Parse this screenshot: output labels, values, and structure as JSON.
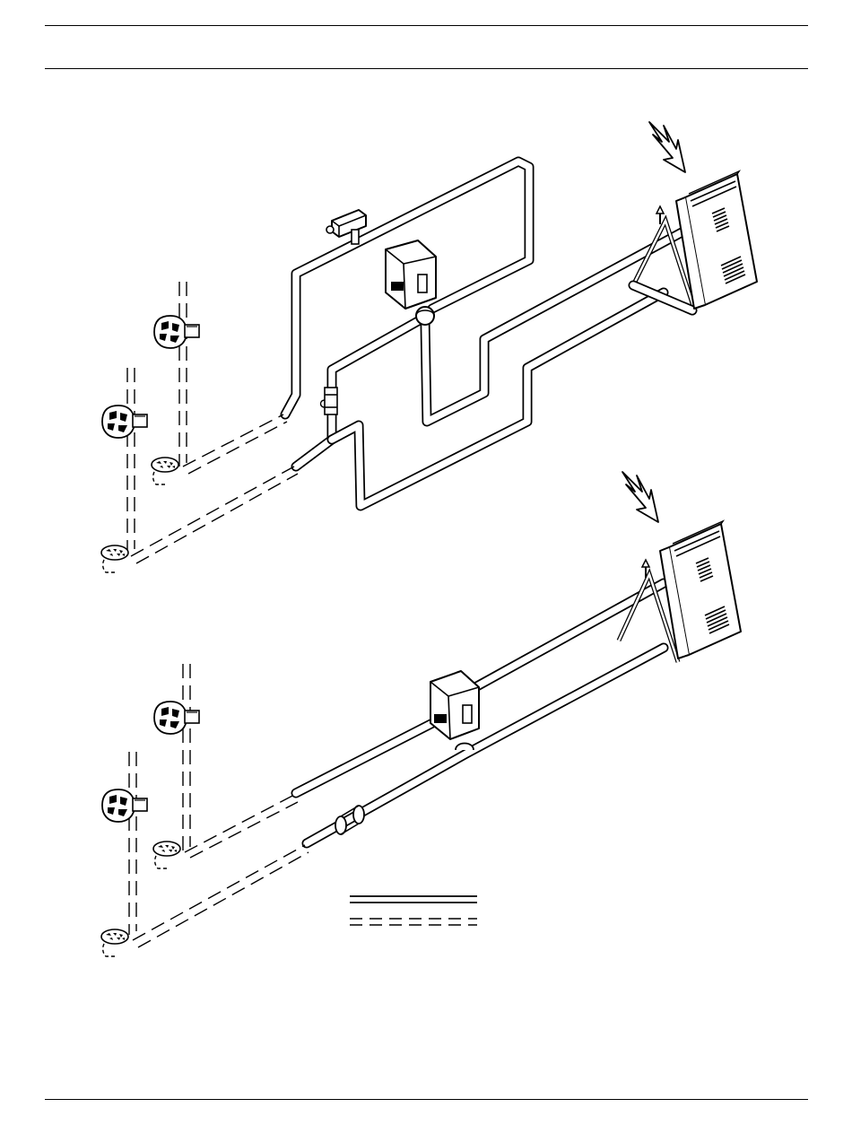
{
  "page": {
    "rules": [
      "top",
      "upper",
      "bottom"
    ]
  },
  "figures": [
    {
      "id": "figure-top",
      "components": [
        "solar-collector",
        "sun-ray-arrow",
        "air-vent",
        "tempering-valve",
        "storage-tank-control-box",
        "pump",
        "cold-supply-shutoff-valve",
        "hot-outlet-shutoff-valve",
        "drain-valve"
      ]
    },
    {
      "id": "figure-bottom",
      "components": [
        "solar-collector",
        "sun-ray-arrow",
        "air-vent",
        "storage-tank-control-box",
        "check-valve",
        "cold-supply-shutoff-valve",
        "hot-outlet-shutoff-valve",
        "drain-valve"
      ]
    }
  ],
  "legend": {
    "items": [
      {
        "style": "double-solid-line",
        "label": ""
      },
      {
        "style": "double-dashed-line",
        "label": ""
      }
    ]
  },
  "colors": {
    "ink": "#000000",
    "paper": "#ffffff"
  }
}
